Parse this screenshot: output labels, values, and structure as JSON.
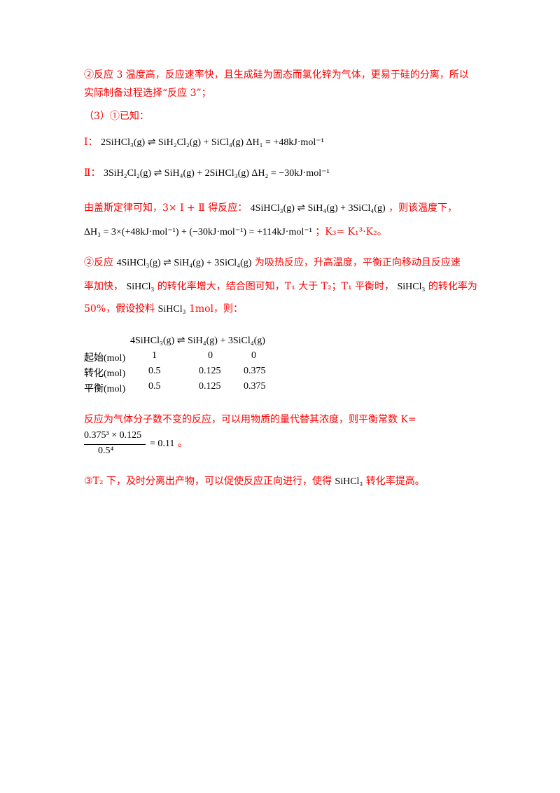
{
  "lines": {
    "l1": "②反应 3 温度高，反应速率快，且生成硅为固态而氯化锌为气体，更易于硅的分离，所以",
    "l2": "实际制备过程选择“反应 3”；",
    "l3": "（3）①已知：",
    "eq1_label": "Ⅰ：",
    "eq1": "2SiHCl₃(g) ⇌ SiH₂Cl₂(g) + SiCl₄(g) ΔH₁ = +48kJ·mol⁻¹",
    "eq2_label": "Ⅱ：",
    "eq2": "3SiH₂Cl₂(g) ⇌ SiH₄(g) + 2SiHCl₃(g) ΔH₂ = −30kJ·mol⁻¹",
    "l4a": "由盖斯定律可知，3× Ⅰ + Ⅱ 得反应：",
    "l4b": "4SiHCl₃(g) ⇌ SiH₄(g) + 3SiCl₄(g)",
    "l4c": "，则该温度下，",
    "l5a": "ΔH₃ = 3×(+48kJ·mol⁻¹) + (−30kJ·mol⁻¹) = +114kJ·mol⁻¹",
    "l5b": "；K₃= K₁³·K₂。",
    "l6a": "②反应",
    "l6b": "4SiHCl₃(g) ⇌ SiH₄(g) + 3SiCl₄(g)",
    "l6c": "为吸热反应，升高温度，平衡正向移动且反应速",
    "l7a": "率加快，",
    "l7b": "SiHCl₃",
    "l7c": "的转化率增大，结合图可知，T₁ 大于 T₂；T₁ 平衡时，",
    "l7d": "SiHCl₃",
    "l7e": "的转化率为",
    "l8a": "50%，假设投料",
    "l8b": "SiHCl₃",
    "l8c": " 1mol，则：",
    "l9": "反应为气体分子数不变的反应，可以用物质的量代替其浓度，则平衡常数 K=",
    "frac_num": "0.375³ × 0.125",
    "frac_den": "0.5⁴",
    "frac_rest": "= 0.11",
    "frac_end": "。",
    "l10a": "③T₂ 下，及时分离出产物，可以促使反应正向进行，使得",
    "l10b": "SiHCl₃",
    "l10c": "转化率提高。"
  },
  "table": {
    "header": "4SiHCl₃(g) ⇌ SiH₄(g) + 3SiCl₄(g)",
    "rows": [
      {
        "label": "起始(mol)",
        "a": "1",
        "b": "0",
        "c": "0"
      },
      {
        "label": "转化(mol)",
        "a": "0.5",
        "b": "0.125",
        "c": "0.375"
      },
      {
        "label": "平衡(mol)",
        "a": "0.5",
        "b": "0.125",
        "c": "0.375"
      }
    ]
  },
  "colors": {
    "accent": "#ff0000",
    "text": "#000000"
  }
}
